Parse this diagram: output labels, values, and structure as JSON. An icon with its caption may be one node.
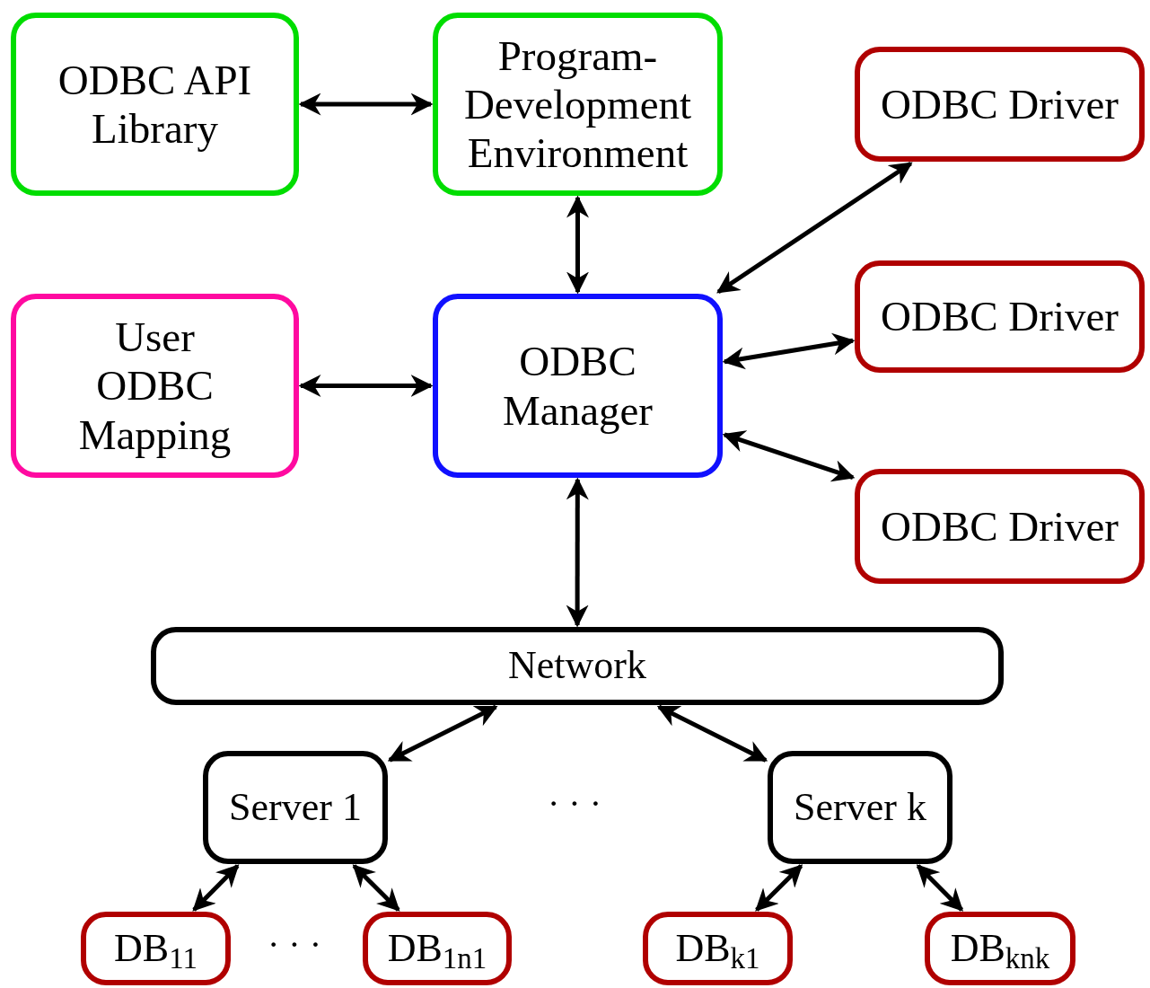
{
  "diagram": {
    "nodes": [
      {
        "text": [
          "ODBC API Library"
        ]
      },
      {
        "text": [
          "Program-Development Environment"
        ]
      },
      {
        "text": [
          "ODBC Driver"
        ]
      },
      {
        "text": [
          "User ODBC Mapping"
        ]
      },
      {
        "text": [
          "ODBC Manager"
        ]
      },
      {
        "text": [
          "ODBC Driver"
        ]
      },
      {
        "text": [
          "ODBC Driver"
        ]
      },
      {
        "text": [
          "Network"
        ]
      },
      {
        "text": [
          "Server 1"
        ]
      },
      {
        "text": [
          "Server k"
        ]
      },
      {
        "text": [
          "DB$_{11}$"
        ]
      },
      {
        "text": [
          "DB$_{1n1}$"
        ]
      },
      {
        "text": [
          "DB$_{k1}$"
        ]
      },
      {
        "text": [
          "DB$_{knk}$"
        ]
      }
    ],
    "edges": [
      {
        "from": 0,
        "to": 1,
        "arrow": "both"
      },
      {
        "from": 1,
        "to": 4,
        "arrow": "both"
      },
      {
        "from": 4,
        "to": 2,
        "arrow": "both"
      },
      {
        "from": 4,
        "to": 5,
        "arrow": "both"
      },
      {
        "from": 4,
        "to": 6,
        "arrow": "both"
      },
      {
        "from": 3,
        "to": 4,
        "arrow": "both"
      },
      {
        "from": 4,
        "to": 7,
        "arrow": "both"
      },
      {
        "from": 7,
        "to": 8,
        "arrow": "both"
      },
      {
        "from": 7,
        "to": 9,
        "arrow": "both"
      },
      {
        "from": 8,
        "to": 10,
        "arrow": "both"
      },
      {
        "from": 8,
        "to": 11,
        "arrow": "both"
      },
      {
        "from": 9,
        "to": 12,
        "arrow": "both"
      },
      {
        "from": 9,
        "to": 13,
        "arrow": "both"
      }
    ],
    "labels": [
      "· · ·",
      "· · ·"
    ]
  }
}
